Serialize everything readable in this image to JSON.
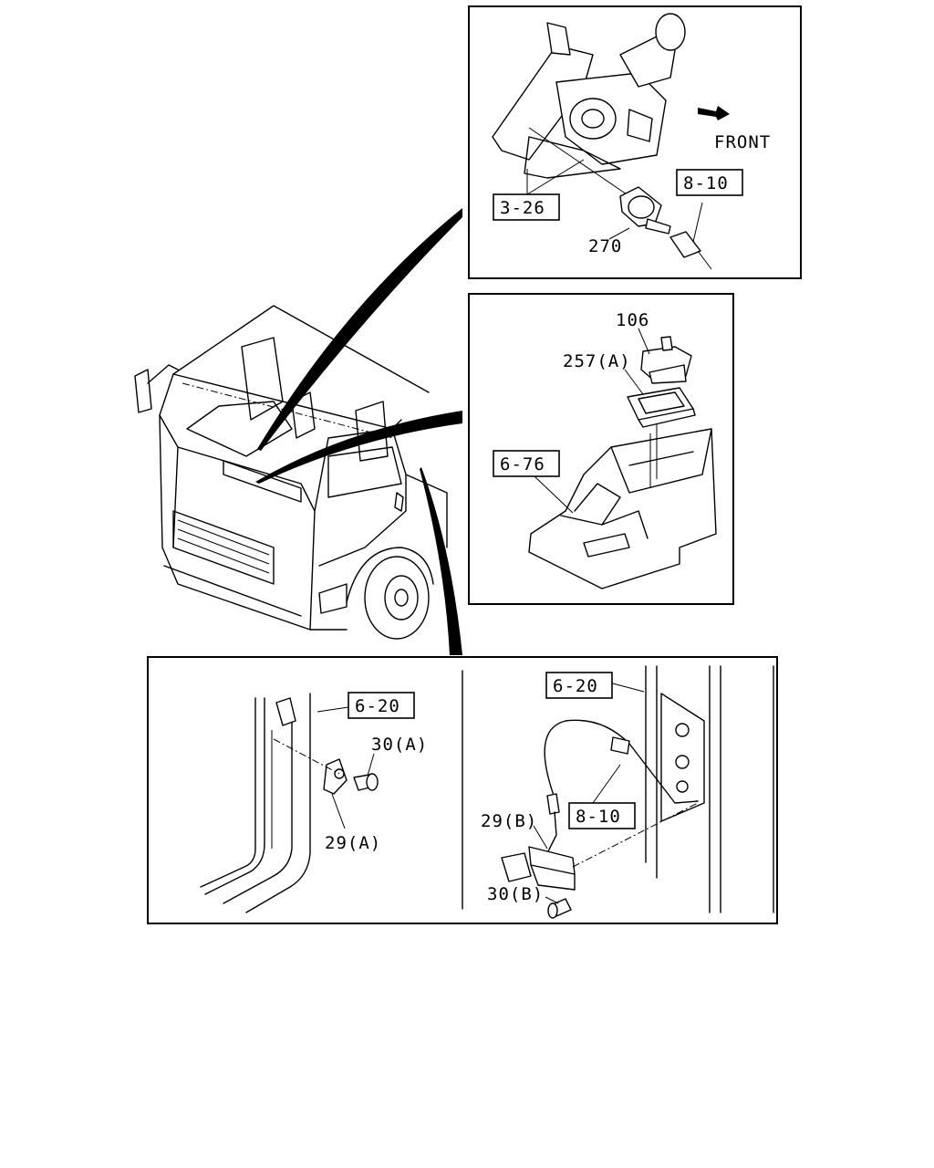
{
  "direction_label": "FRONT",
  "panels": {
    "top": {
      "refs": [
        "3-26",
        "8-10"
      ],
      "parts": [
        "270"
      ]
    },
    "middle": {
      "refs": [
        "6-76"
      ],
      "parts": [
        "106",
        "257(A)"
      ]
    },
    "bottom_left": {
      "refs": [
        "6-20"
      ],
      "parts": [
        "30(A)",
        "29(A)"
      ]
    },
    "bottom_right": {
      "refs": [
        "6-20",
        "8-10"
      ],
      "parts": [
        "29(B)",
        "30(B)"
      ]
    }
  },
  "icons": {
    "front_arrow": "arrow-right-icon"
  }
}
